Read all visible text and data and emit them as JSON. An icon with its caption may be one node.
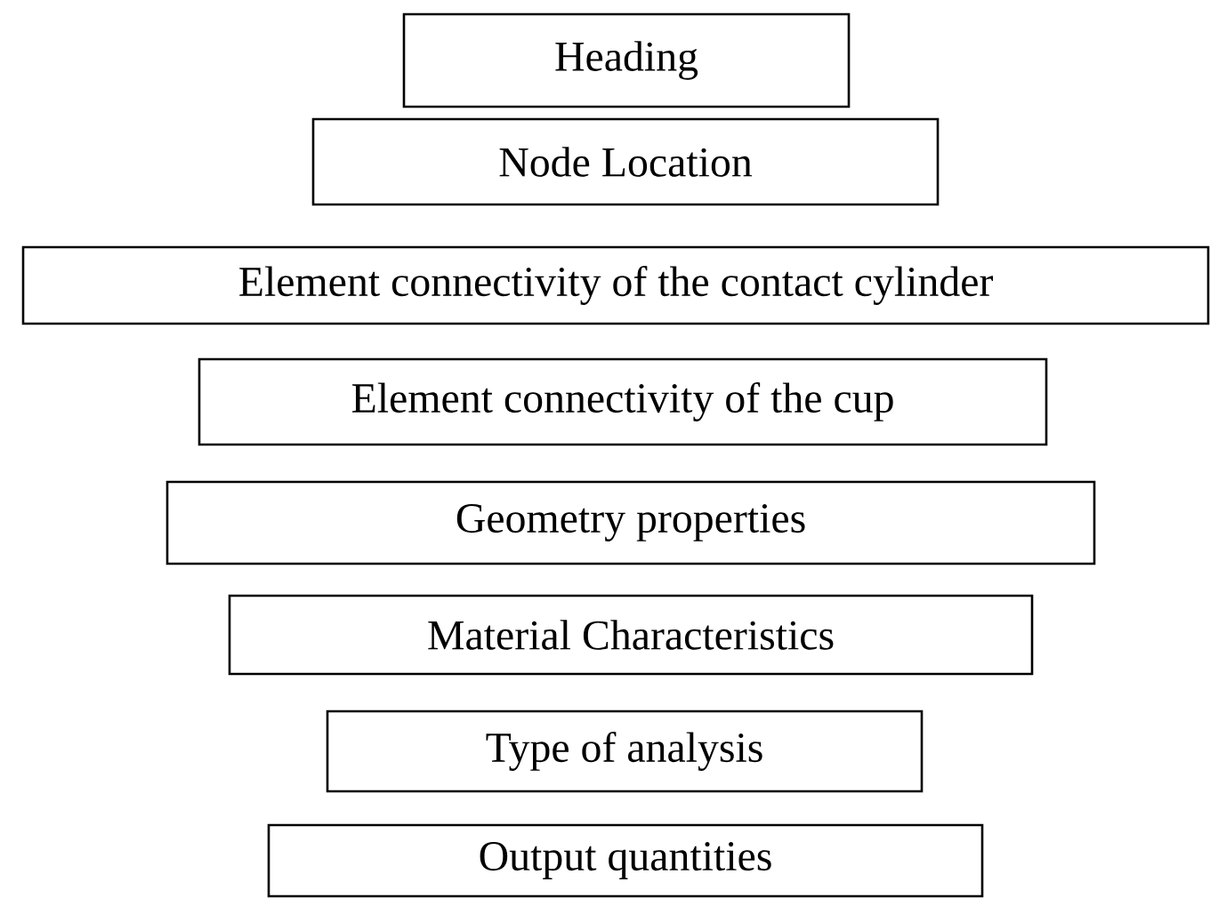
{
  "diagram": {
    "nodes": [
      {
        "text": [
          "Heading"
        ]
      },
      {
        "text": [
          "Node Location"
        ]
      },
      {
        "text": [
          "Element connectivity of the contact cylinder"
        ]
      },
      {
        "text": [
          "Element connectivity of the cup"
        ]
      },
      {
        "text": [
          "Geometry properties"
        ]
      },
      {
        "text": [
          "Material Characteristics"
        ]
      },
      {
        "text": [
          "Type of analysis"
        ]
      },
      {
        "text": [
          "Output quantities"
        ]
      }
    ]
  }
}
